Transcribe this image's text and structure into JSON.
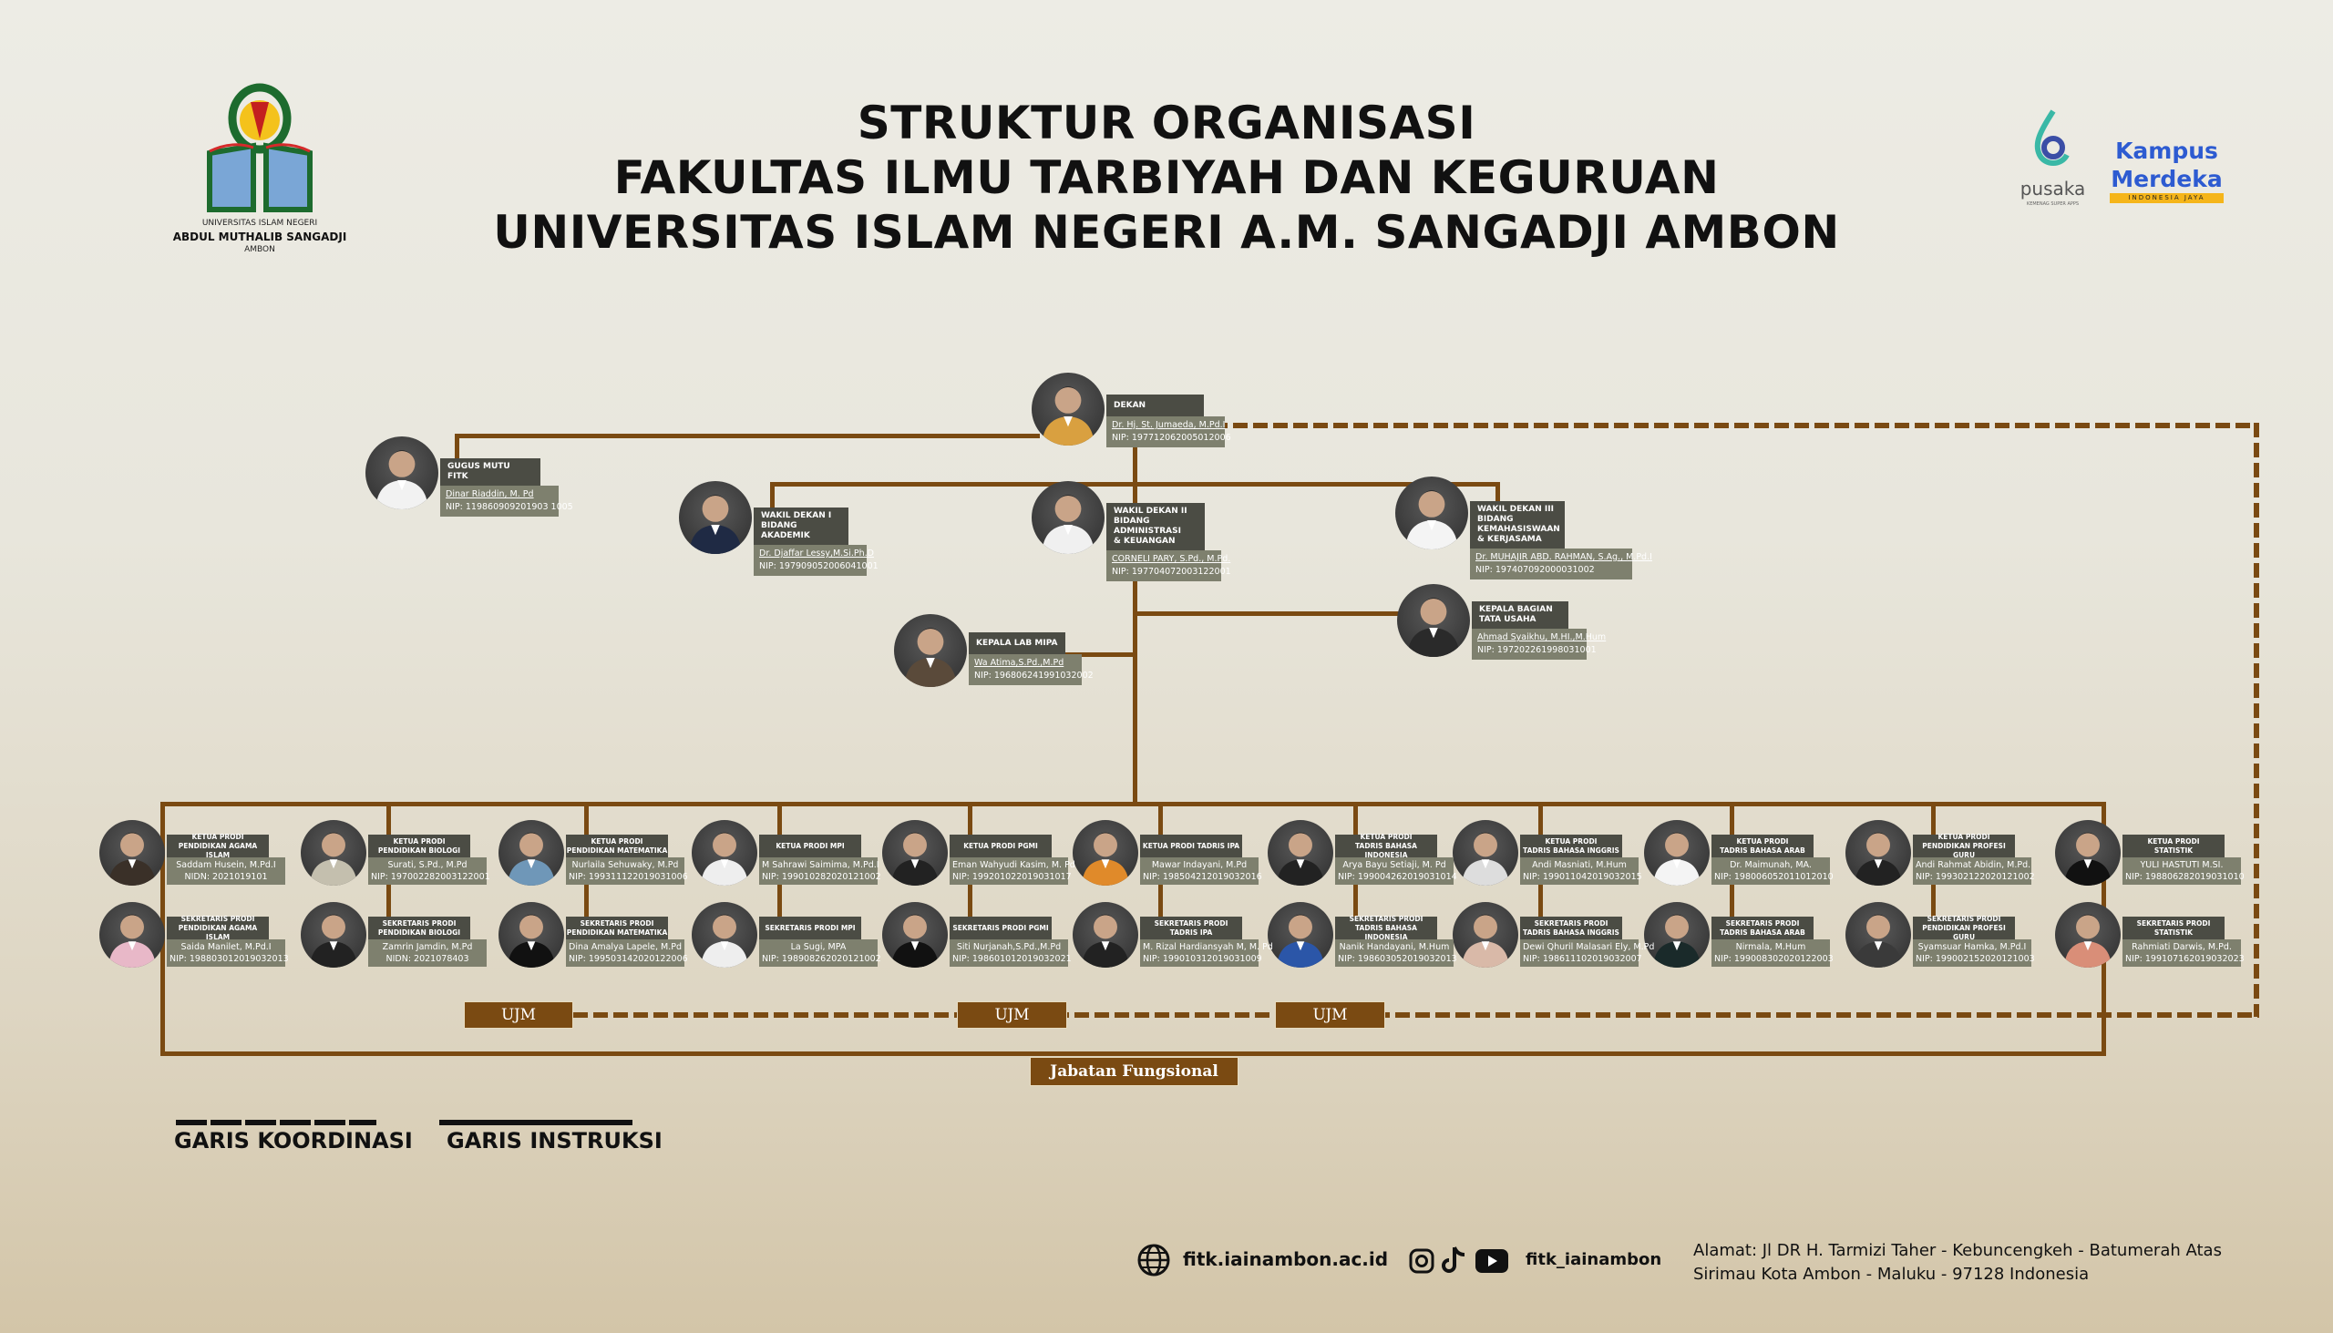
{
  "header": {
    "title_lines": [
      "STRUKTUR ORGANISASI",
      "FAKULTAS ILMU TARBIYAH DAN KEGURUAN",
      "UNIVERSITAS ISLAM NEGERI A.M. SANGADJI AMBON"
    ],
    "logo_left": {
      "line1": "UNIVERSITAS ISLAM NEGERI",
      "line2": "ABDUL MUTHALIB SANGADJI",
      "line3": "AMBON"
    },
    "logo_pusaka": {
      "name": "pusaka",
      "sub": "KEMENAG SUPER APPS"
    },
    "logo_kampus": {
      "line1": "Kampus",
      "line2": "Merdeka",
      "tag": "INDONESIA JAYA"
    }
  },
  "colors": {
    "line": "#7a4a12",
    "label_bg": "#4b4c44",
    "name_bg": "#7e806e"
  },
  "dekan": {
    "title": "DEKAN",
    "name": "Dr. Hj. St. Jumaeda, M.Pd.I",
    "id": "NIP: 197712062005012006"
  },
  "gugus": {
    "title": "GUGUS MUTU FITK",
    "name": "Dinar Riaddin, M. Pd",
    "id": "NIP: 119860909201903 1005"
  },
  "wakil": [
    {
      "title": "WAKIL DEKAN I\nBIDANG AKADEMIK",
      "name": "Dr. Djaffar Lessy,M.Si.Ph.D",
      "id": "NIP: 197909052006041001"
    },
    {
      "title": "WAKIL DEKAN II\nBIDANG ADMINISTRASI\n& KEUANGAN",
      "name": "CORNELI PARY, S.Pd., M.Pd.",
      "id": "NIP: 197704072003122001"
    },
    {
      "title": "WAKIL DEKAN III\nBIDANG KEMAHASISWAAN\n& KERJASAMA",
      "name": "Dr. MUHAJIR ABD. RAHMAN, S.Ag., M.Pd.I",
      "id": "NIP: 197407092000031002"
    }
  ],
  "lab": {
    "title": "KEPALA LAB MIPA",
    "name": "Wa Atima,S.Pd.,M.Pd",
    "id": "NIP: 196806241991032002"
  },
  "kabag": {
    "title": "KEPALA BAGIAN\nTATA USAHA",
    "name": "Ahmad Syaikhu, M.HI.,M.Hum",
    "id": "NIP: 197202261998031001"
  },
  "prodi": [
    {
      "ketua": {
        "title": "KETUA PRODI\nPENDIDIKAN AGAMA ISLAM",
        "name": "Saddam Husein, M.Pd.I",
        "id": "NIDN: 2021019101"
      },
      "sekretaris": {
        "title": "SEKRETARIS PRODI\nPENDIDIKAN AGAMA ISLAM",
        "name": "Saida Manilet, M.Pd.I",
        "id": "NIP: 198803012019032013"
      }
    },
    {
      "ketua": {
        "title": "KETUA PRODI\nPENDIDIKAN BIOLOGI",
        "name": "Surati, S.Pd., M.Pd",
        "id": "NIP: 197002282003122001"
      },
      "sekretaris": {
        "title": "SEKRETARIS PRODI\nPENDIDIKAN BIOLOGI",
        "name": "Zamrin Jamdin, M.Pd",
        "id": "NIDN: 2021078403"
      }
    },
    {
      "ketua": {
        "title": "KETUA PRODI\nPENDIDIKAN MATEMATIKA",
        "name": "Nurlaila Sehuwaky, M.Pd",
        "id": "NIP: 199311122019031006"
      },
      "sekretaris": {
        "title": "SEKRETARIS PRODI\nPENDIDIKAN MATEMATIKA",
        "name": "Dina Amalya Lapele, M.Pd",
        "id": "NIP: 199503142020122006"
      }
    },
    {
      "ketua": {
        "title": "KETUA PRODI MPI",
        "name": "M Sahrawi Saimima, M.Pd.I",
        "id": "NIP: 199010282020121002"
      },
      "sekretaris": {
        "title": "SEKRETARIS PRODI MPI",
        "name": "La Sugi, MPA",
        "id": "NIP: 198908262020121002"
      }
    },
    {
      "ketua": {
        "title": "KETUA PRODI PGMI",
        "name": "Eman Wahyudi Kasim, M. Pd",
        "id": "NIP: 199201022019031017"
      },
      "sekretaris": {
        "title": "SEKRETARIS PRODI PGMI",
        "name": "Siti Nurjanah,S.Pd.,M.Pd",
        "id": "NIP: 198601012019032021"
      }
    },
    {
      "ketua": {
        "title": "KETUA PRODI TADRIS IPA",
        "name": "Mawar Indayani, M.Pd",
        "id": "NIP: 198504212019032016"
      },
      "sekretaris": {
        "title": "SEKRETARIS PRODI TADRIS IPA",
        "name": "M. Rizal Hardiansyah M, M. Pd",
        "id": "NIP: 199010312019031009"
      }
    },
    {
      "ketua": {
        "title": "KETUA PRODI\nTADRIS BAHASA INDONESIA",
        "name": "Arya Bayu Setiaji, M. Pd",
        "id": "NIP: 199004262019031014"
      },
      "sekretaris": {
        "title": "SEKRETARIS PRODI\nTADRIS BAHASA INDONESIA",
        "name": "Nanik Handayani, M.Hum",
        "id": "NIP: 198603052019032013"
      }
    },
    {
      "ketua": {
        "title": "KETUA PRODI\nTADRIS BAHASA INGGRIS",
        "name": "Andi Masniati, M.Hum",
        "id": "NIP: 199011042019032015"
      },
      "sekretaris": {
        "title": "SEKRETARIS PRODI\nTADRIS BAHASA INGGRIS",
        "name": "Dewi Qhuril Malasari Ely, M.Pd",
        "id": "NIP: 198611102019032007"
      }
    },
    {
      "ketua": {
        "title": "KETUA PRODI\nTADRIS BAHASA ARAB",
        "name": "Dr. Maimunah, MA.",
        "id": "NIP: 198006052011012010"
      },
      "sekretaris": {
        "title": "SEKRETARIS PRODI\nTADRIS BAHASA ARAB",
        "name": "Nirmala, M.Hum",
        "id": "NIP: 199008302020122003"
      }
    },
    {
      "ketua": {
        "title": "KETUA PRODI\nPENDIDIKAN PROFESI GURU",
        "name": "Andi Rahmat Abidin, M.Pd.",
        "id": "NIP: 199302122020121002"
      },
      "sekretaris": {
        "title": "SEKRETARIS PRODI\nPENDIDIKAN PROFESI GURU",
        "name": "Syamsuar Hamka, M.Pd.I",
        "id": "NIP: 199002152020121003"
      }
    },
    {
      "ketua": {
        "title": "KETUA PRODI\nSTATISTIK",
        "name": "YULI HASTUTI M.SI.",
        "id": "NIP: 198806282019031010"
      },
      "sekretaris": {
        "title": "SEKRETARIS PRODI\nSTATISTIK",
        "name": "Rahmiati Darwis, M.Pd.",
        "id": "NIP: 199107162019032023"
      }
    }
  ],
  "ujm": [
    "UJM",
    "UJM",
    "UJM"
  ],
  "jabatan": "Jabatan Fungsional",
  "legend": {
    "koordinasi": "GARIS KOORDINASI",
    "instruksi": "GARIS INSTRUKSI"
  },
  "footer": {
    "website": "fitk.iainambon.ac.id",
    "social": "fitk_iainambon",
    "address_line1": "Alamat: Jl DR H. Tarmizi Taher - Kebuncengkeh - Batumerah Atas",
    "address_line2": "Sirimau Kota Ambon - Maluku - 97128 Indonesia"
  }
}
